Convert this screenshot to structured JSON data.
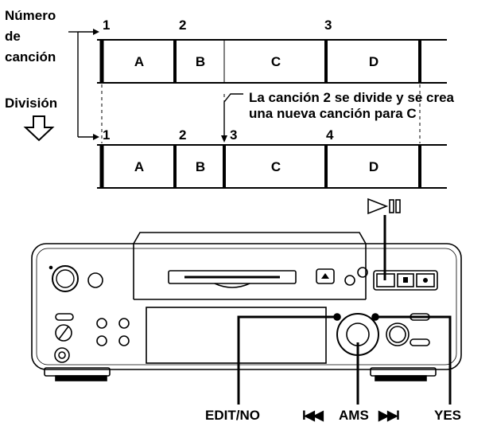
{
  "legend": {
    "line1": "Número",
    "line2": "de",
    "line3": "canción",
    "division": "División"
  },
  "top_track": {
    "numbers": [
      "1",
      "2",
      "3"
    ],
    "segments": [
      "A",
      "B",
      "C",
      "D"
    ]
  },
  "bottom_track": {
    "numbers": [
      "1",
      "2",
      "3",
      "4"
    ],
    "segments": [
      "A",
      "B",
      "C",
      "D"
    ]
  },
  "note": {
    "line1": "La canción 2 se divide y se crea",
    "line2": "una nueva canción para C"
  },
  "device": {
    "play_pause_symbol": "▷⏸",
    "labels": {
      "edit_no": "EDIT/NO",
      "ams": "AMS",
      "ams_prev": "I◀◀",
      "ams_next": "▶▶I",
      "yes": "YES"
    }
  }
}
